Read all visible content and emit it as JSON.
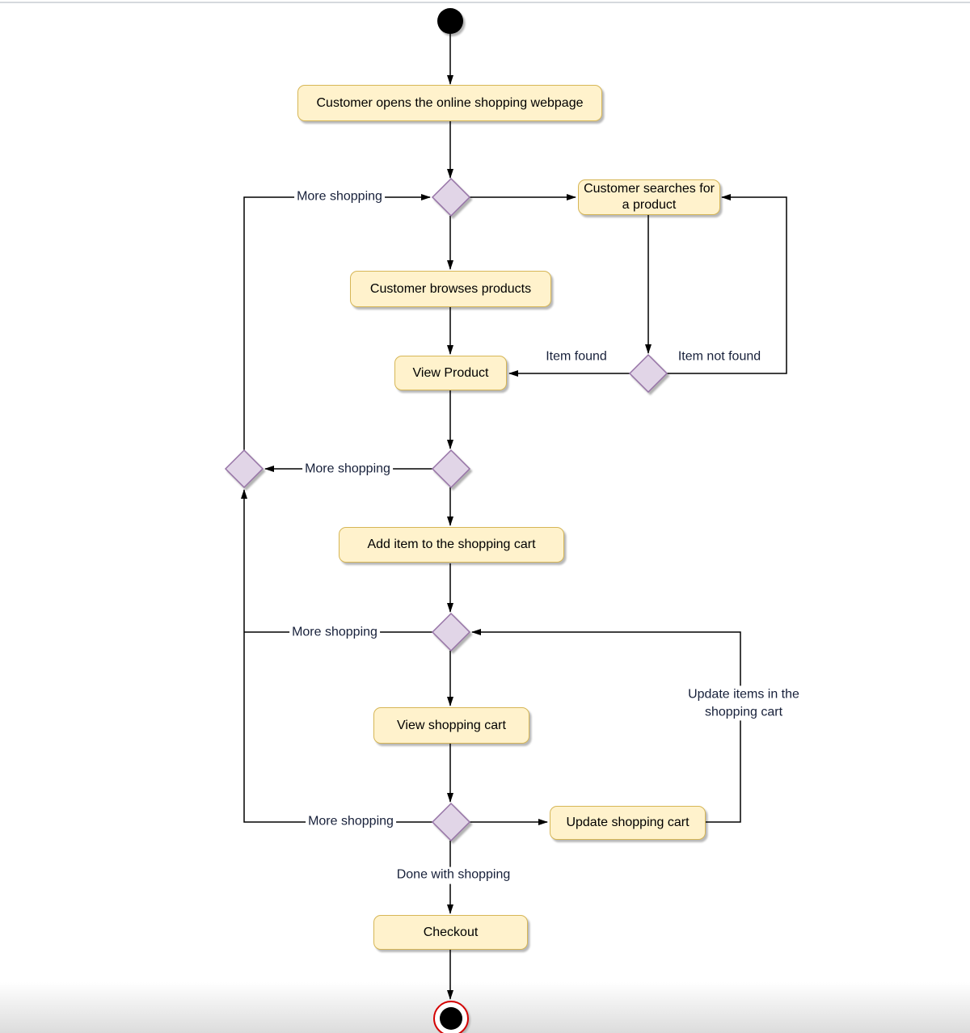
{
  "nodes": {
    "open_webpage": {
      "label": "Customer opens the online shopping webpage"
    },
    "search_product": {
      "label": "Customer searches for a product"
    },
    "browse_products": {
      "label": "Customer browses products"
    },
    "view_product": {
      "label": "View Product"
    },
    "add_item": {
      "label": "Add item to the shopping cart"
    },
    "view_cart": {
      "label": "View shopping cart"
    },
    "update_cart": {
      "label": "Update shopping cart"
    },
    "checkout": {
      "label": "Checkout"
    }
  },
  "edge_labels": {
    "more_shopping_top": "More shopping",
    "more_shopping_mid": "More shopping",
    "more_shopping_cart": "More shopping",
    "more_shopping_bottom": "More shopping",
    "item_found": "Item found",
    "item_not_found": "Item not found",
    "update_items": "Update items in the shopping cart",
    "done_with_shopping": "Done with shopping"
  },
  "colors": {
    "activity_fill": "#FFF2CC",
    "activity_stroke": "#D6B656",
    "decision_fill": "#E1D5E7",
    "decision_stroke": "#9673A6",
    "edge_line": "#000000",
    "node_text": "#000000",
    "edge_label_text": "#17203A",
    "final_node_ring": "#D40000"
  }
}
